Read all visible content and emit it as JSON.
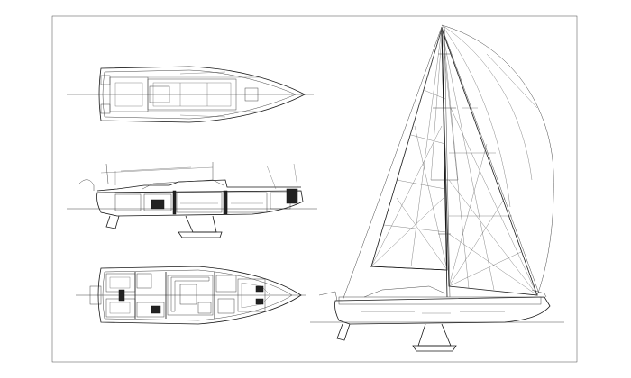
{
  "drawing": {
    "views": [
      {
        "id": "deck-plan"
      },
      {
        "id": "profile-section"
      },
      {
        "id": "accommodation-plan"
      },
      {
        "id": "sail-plan"
      }
    ]
  },
  "colors": {
    "background": "#ffffff",
    "linework": "#1a1a1a",
    "frame": "#555555"
  }
}
